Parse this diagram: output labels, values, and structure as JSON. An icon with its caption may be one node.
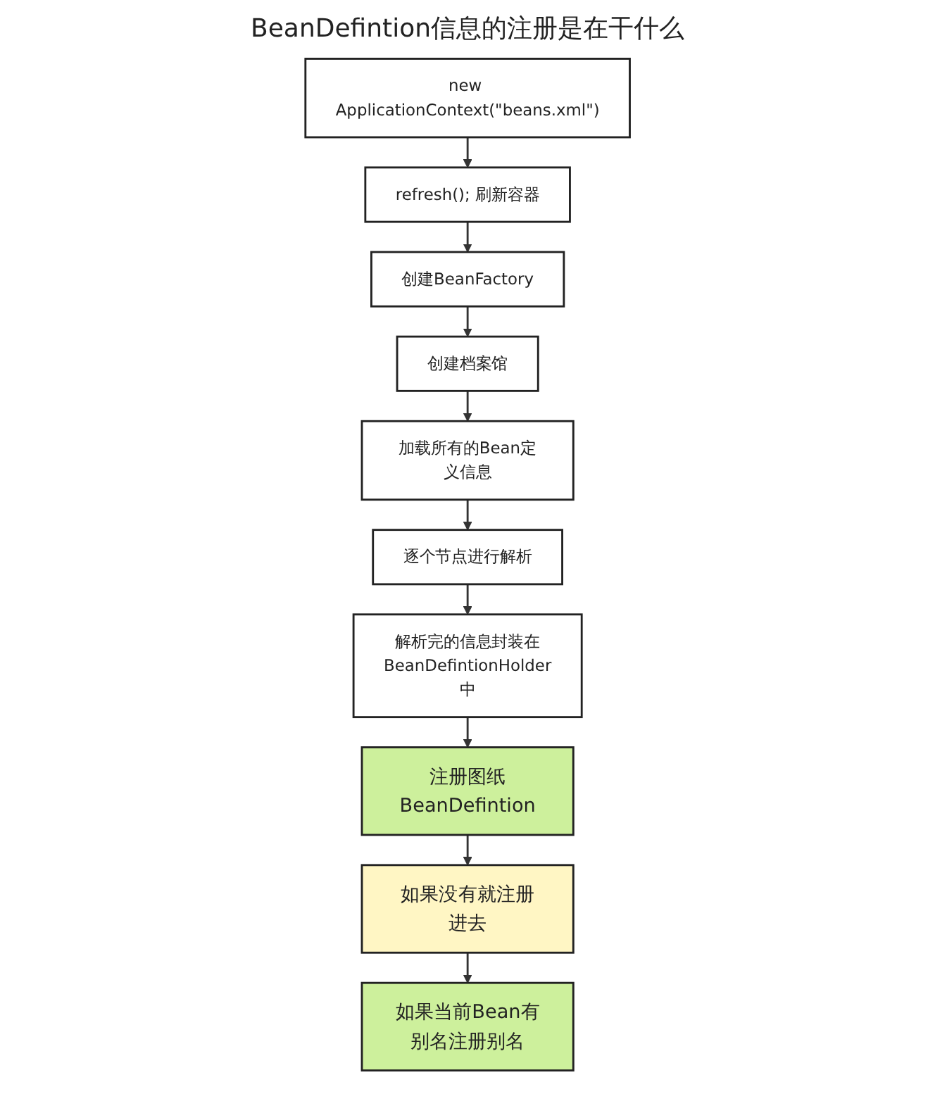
{
  "diagram": {
    "title": "BeanDefintion信息的注册是在干什么",
    "nodes": [
      {
        "text": [
          "new ApplicationContext(\"beans.xml\")"
        ]
      },
      {
        "text": [
          "refresh(); 刷新容器"
        ]
      },
      {
        "text": [
          "创建BeanFactory"
        ]
      },
      {
        "text": [
          "创建档案馆"
        ]
      },
      {
        "text": [
          "加载所有的Bean定义信息"
        ]
      },
      {
        "text": [
          "逐个节点进行解析"
        ]
      },
      {
        "text": [
          "解析完的信息封装在BeanDefintionHolder中"
        ]
      },
      {
        "text": [
          "注册图纸BeanDefintion"
        ]
      },
      {
        "text": [
          "如果没有就注册进去"
        ]
      },
      {
        "text": [
          "如果当前Bean有别名注册别名"
        ]
      }
    ],
    "edges": [
      {
        "from": 0,
        "to": 1,
        "arrow": "to"
      },
      {
        "from": 1,
        "to": 2,
        "arrow": "to"
      },
      {
        "from": 2,
        "to": 3,
        "arrow": "to"
      },
      {
        "from": 3,
        "to": 4,
        "arrow": "to"
      },
      {
        "from": 4,
        "to": 5,
        "arrow": "to"
      },
      {
        "from": 5,
        "to": 6,
        "arrow": "to"
      },
      {
        "from": 6,
        "to": 7,
        "arrow": "to"
      },
      {
        "from": 7,
        "to": 8,
        "arrow": "to"
      },
      {
        "from": 8,
        "to": 9,
        "arrow": "to"
      }
    ]
  }
}
